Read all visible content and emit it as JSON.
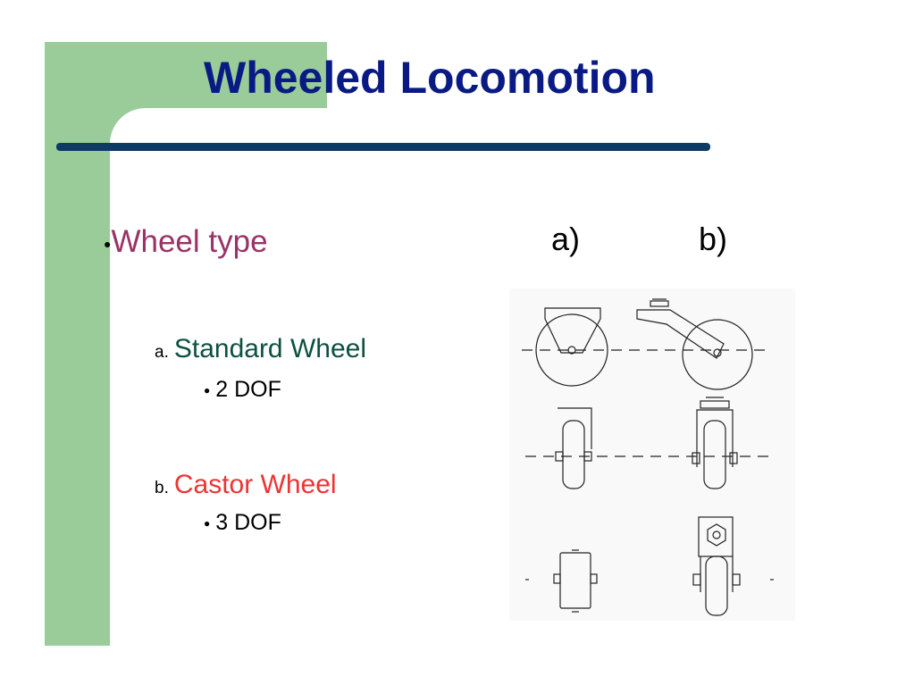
{
  "slide": {
    "title": "Wheeled Locomotion",
    "main_bullet": "Wheel type",
    "items": [
      {
        "marker": "a.",
        "label": "Standard Wheel",
        "detail": "2 DOF"
      },
      {
        "marker": "b.",
        "label": "Castor Wheel",
        "detail": "3 DOF"
      }
    ]
  },
  "figure": {
    "column_labels": [
      "a)",
      "b)"
    ]
  },
  "colors": {
    "title": "#0a1a85",
    "main_bullet": "#993366",
    "standard_wheel": "#0d5040",
    "castor_wheel": "#ee3333",
    "sidebar": "#99cc99",
    "rule": "#0d3b66"
  }
}
